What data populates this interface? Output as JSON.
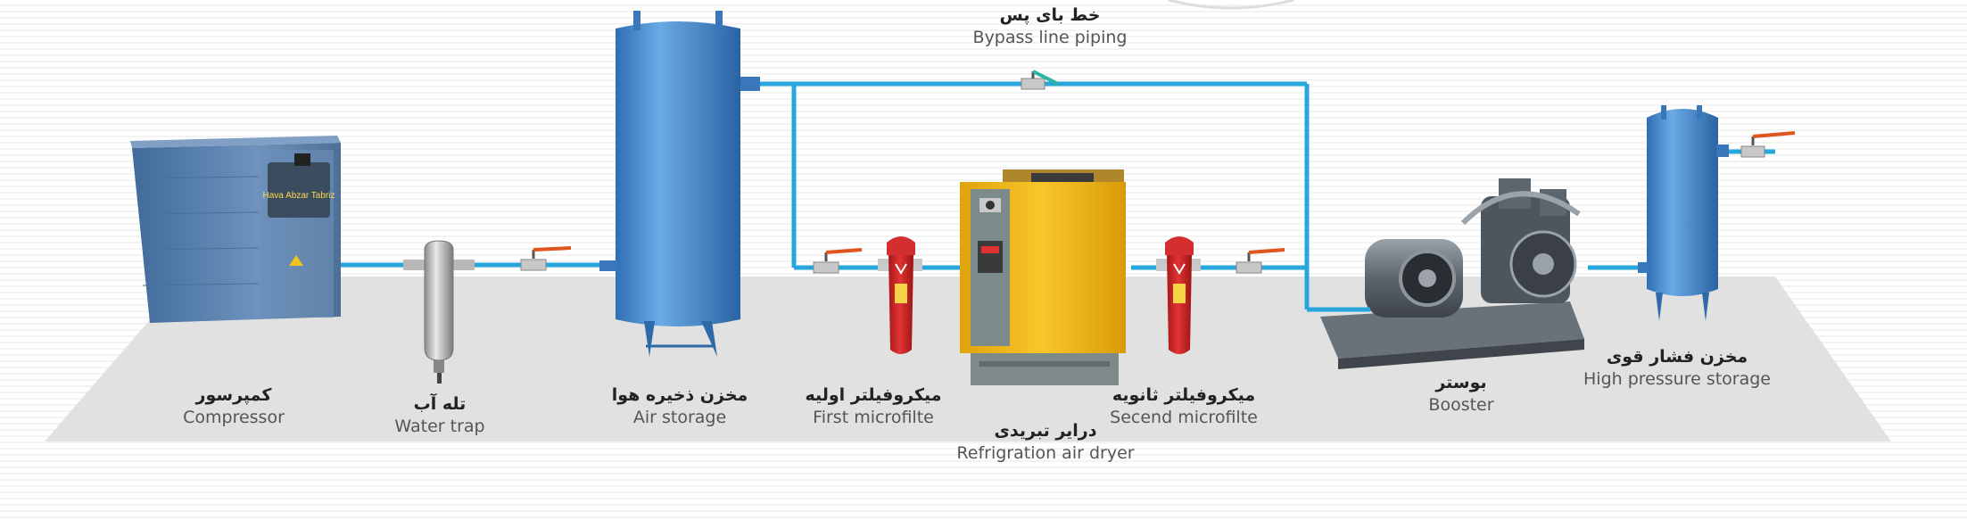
{
  "colors": {
    "pipe": "#27a6dc",
    "tank_blue": "#4a90d6",
    "dryer_yellow": "#f2b817",
    "filter_red": "#d62828",
    "valve_handle": "#e0541e",
    "compressor_blue": "#5b7fa8",
    "floor": "#e2e2e2"
  },
  "bypass": {
    "fa": "خط بای پس",
    "en": "Bypass line piping"
  },
  "components": {
    "compressor": {
      "fa": "کمپرسور",
      "en": "Compressor",
      "badge": "Hava Abzar Tabriz"
    },
    "water_trap": {
      "fa": "تله آب",
      "en": "Water trap"
    },
    "air_storage": {
      "fa": "مخزن ذخیره هوا",
      "en": "Air storage"
    },
    "first_filter": {
      "fa": "میکروفیلتر اولیه",
      "en": "First microfilte"
    },
    "dryer": {
      "fa": "درایر تبریدی",
      "en": "Refrigration air dryer"
    },
    "second_filter": {
      "fa": "میکروفیلتر ثانویه",
      "en": "Secend microfilte"
    },
    "booster": {
      "fa": "بوستر",
      "en": "Booster"
    },
    "hp_storage": {
      "fa": "مخزن فشار قوی",
      "en": "High pressure storage"
    }
  }
}
